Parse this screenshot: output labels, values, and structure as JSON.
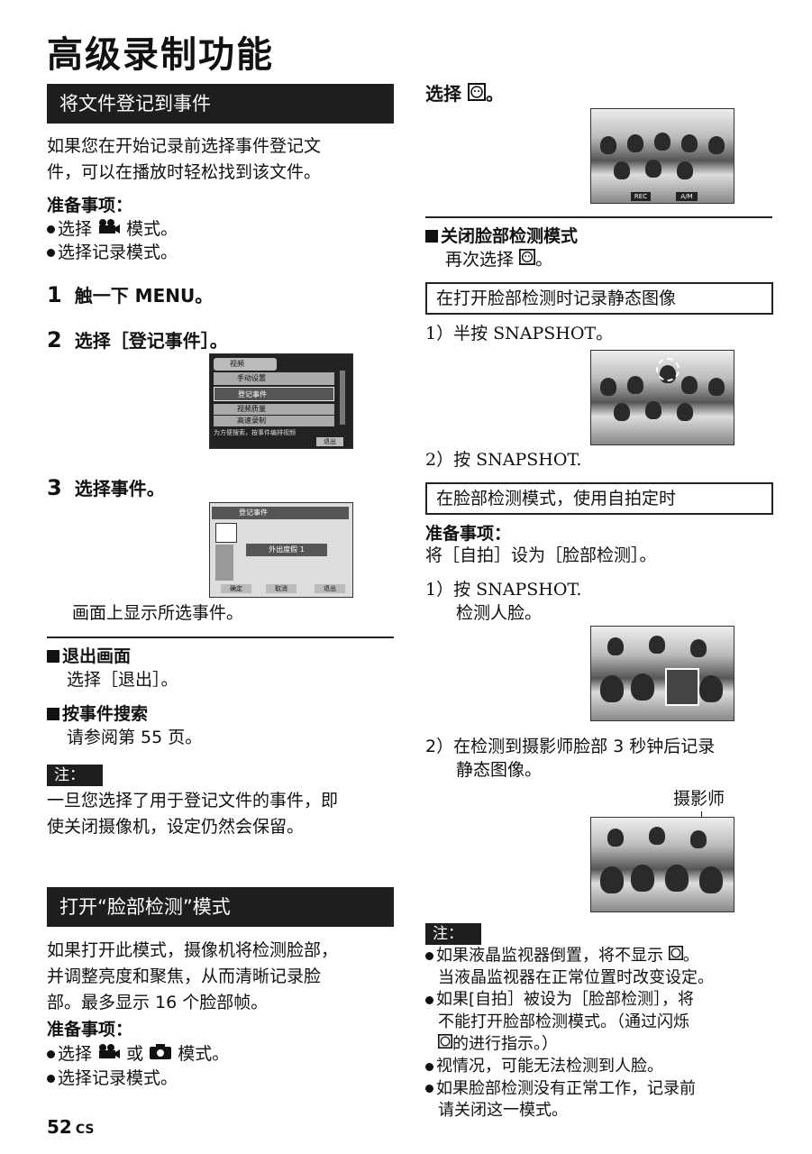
{
  "page_title": "高级录制功能",
  "left": {
    "section1": {
      "header": "将文件登记到事件",
      "intro": [
        "如果您在开始记录前选择事件登记文",
        "件，可以在播放时轻松找到该文件。"
      ],
      "prep_title": "准备事项：",
      "prep_items": [
        "选择",
        "模式。",
        "选择记录模式。"
      ],
      "step1_num": "1",
      "step1_text": "触一下 MENU。",
      "step2_num": "2",
      "step2_text": "选择［登记事件］。",
      "step3_num": "3",
      "step3_text": "选择事件。",
      "menu_screen": {
        "items": [
          "视频",
          "手动设置",
          "登记事件",
          "视频质量",
          "高速录制"
        ],
        "hint": "为方便搜索，按事件编排视频",
        "btns": [
          "退出"
        ]
      },
      "event_screen": {
        "title": "登记事件",
        "selected": "外出度假 1",
        "btns": [
          "确定",
          "取消",
          "退出"
        ]
      },
      "after_step3": "画面上显示所选事件。",
      "exit_title": "退出画面",
      "exit_text": "选择［退出］。",
      "search_title": "按事件搜索",
      "search_text": "请参阅第 55 页。",
      "note_label": "注：",
      "note_text": [
        "一旦您选择了用于登记文件的事件，即",
        "使关闭摄像机，设定仍然会保留。"
      ]
    },
    "section2": {
      "header": "打开“脸部检测”模式",
      "intro": [
        "如果打开此模式，摄像机将检测脸部，",
        "并调整亮度和聚焦，从而清晰记录脸",
        "部。最多显示 16 个脸部帧。"
      ],
      "prep_title": "准备事项：",
      "prep_line1_a": "选择",
      "prep_line1_b": "或",
      "prep_line1_c": "模式。",
      "prep_line2": "选择记录模式。"
    },
    "page_number": "52",
    "page_suffix": "CS"
  },
  "right": {
    "select_line": "选择",
    "select_suffix": "。",
    "photo1_labels": [
      "REC",
      "A/M"
    ],
    "off_title": "关闭脸部检测模式",
    "off_text_a": "再次选择",
    "off_text_b": "。",
    "box1": "在打开脸部检测时记录静态图像",
    "box1_step1": "1）半按 SNAPSHOT。",
    "box1_step2": "2）按 SNAPSHOT.",
    "box2": "在脸部检测模式，使用自拍定时",
    "prep_title": "准备事项：",
    "prep_text": "将［自拍］设为［脸部检测］。",
    "box2_step1": "1）按 SNAPSHOT.",
    "box2_step1b": "检测人脸。",
    "box2_step2": "2）在检测到摄影师脸部 3 秒钟后记录",
    "box2_step2b": "静态图像。",
    "photographer_label": "摄影师",
    "note_label": "注：",
    "notes": [
      [
        "如果液晶监视器倒置，将不显示",
        "。"
      ],
      [
        "当液晶监视器在正常位置时改变设定。"
      ],
      [
        "如果[自拍］被设为［脸部检测］，将"
      ],
      [
        "不能打开脸部检测模式。（通过闪烁"
      ],
      [
        "的进行指示。）"
      ],
      [
        "视情况，可能无法检测到人脸。"
      ],
      [
        "如果脸部检测没有正常工作，记录前"
      ],
      [
        "请关闭这一模式。"
      ]
    ]
  }
}
